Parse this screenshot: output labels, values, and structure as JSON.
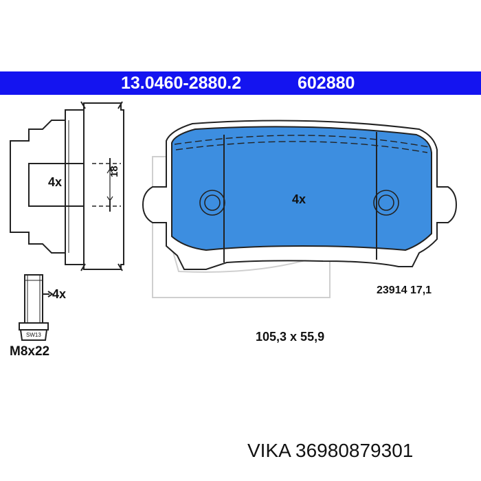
{
  "header": {
    "part_number": "13.0460-2880.2",
    "ref_number": "602880"
  },
  "clip": {
    "quantity": "4x",
    "dimension": "18"
  },
  "bolt": {
    "quantity": "4x",
    "wrench_size": "SW13",
    "thread_size": "M8x22"
  },
  "pad": {
    "quantity": "4x",
    "wva_thickness": "23914 17,1",
    "dimensions": "105,3 x 55,9"
  },
  "footer": {
    "text": "VIKA 36980879301"
  },
  "colors": {
    "header_bg": "#1414f0",
    "pad_fill": "#3d8ee0"
  }
}
